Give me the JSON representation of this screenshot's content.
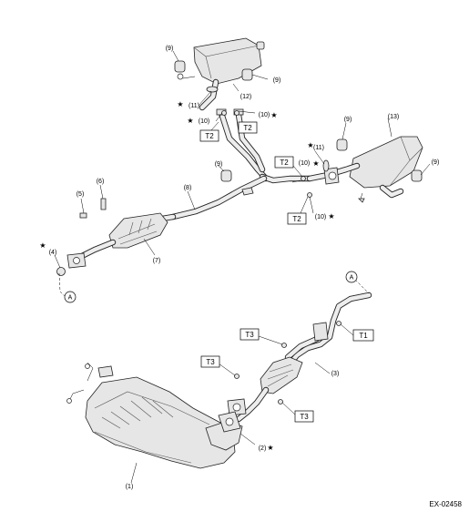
{
  "diagram_id": "EX-02458",
  "callouts": {
    "p1": "(1)",
    "p2": "(2)",
    "p3": "(3)",
    "p4": "(4)",
    "p5": "(5)",
    "p6": "(6)",
    "p7": "(7)",
    "p8": "(8)",
    "p9a": "(9)",
    "p9b": "(9)",
    "p9c": "(9)",
    "p9d": "(9)",
    "p9e": "(9)",
    "p10a": "(10)",
    "p10b": "(10)",
    "p10c": "(10)",
    "p10d": "(10)",
    "p11a": "(11)",
    "p11b": "(11)",
    "p12": "(12)",
    "p13": "(13)"
  },
  "torque": {
    "t1": "T1",
    "t2a": "T2",
    "t2b": "T2",
    "t2c": "T2",
    "t2d": "T2",
    "t3a": "T3",
    "t3b": "T3",
    "t3c": "T3"
  },
  "refs": {
    "a_top": "A",
    "a_bottom": "A"
  },
  "star": "★"
}
